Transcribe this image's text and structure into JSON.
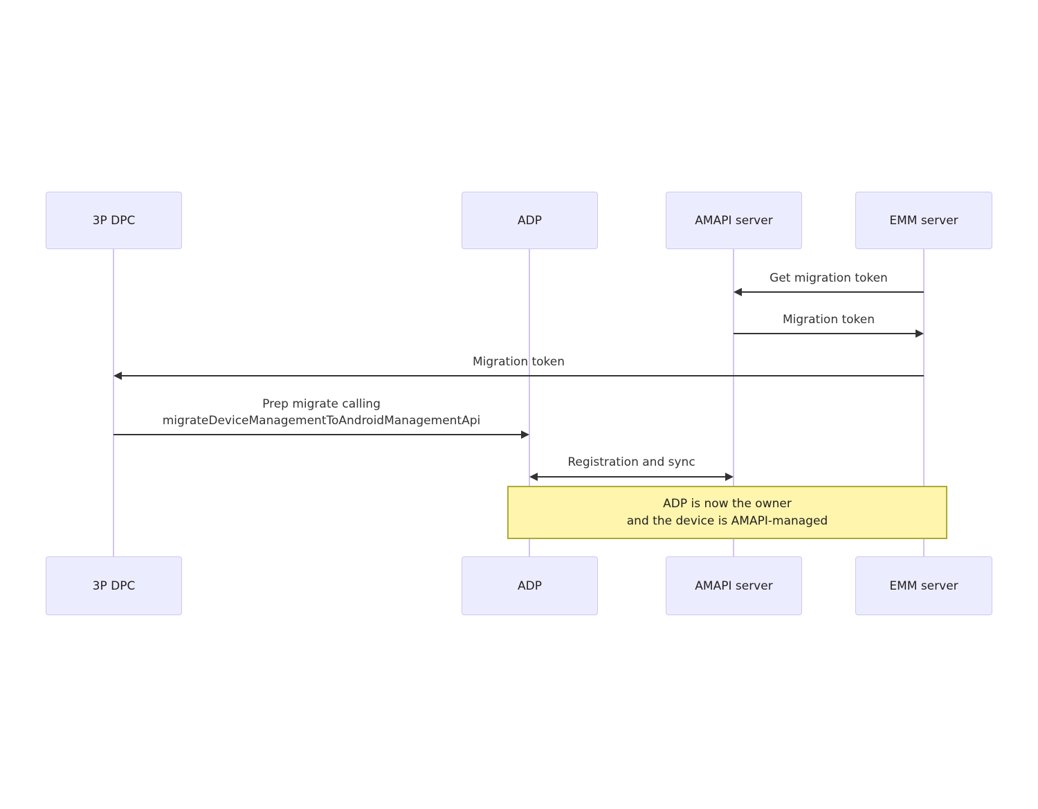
{
  "diagram_type": "sequence-diagram",
  "actors": {
    "dpc": "3P DPC",
    "adp": "ADP",
    "amapi": "AMAPI server",
    "emm": "EMM server"
  },
  "messages": {
    "m1": {
      "label": "Get migration token",
      "from": "EMM server",
      "to": "AMAPI server",
      "direction": "left"
    },
    "m2": {
      "label": "Migration token",
      "from": "AMAPI server",
      "to": "EMM server",
      "direction": "right"
    },
    "m3": {
      "label": "Migration token",
      "from": "EMM server",
      "to": "3P DPC",
      "direction": "left"
    },
    "m4": {
      "label_line1": "Prep migrate calling",
      "label_line2": "migrateDeviceManagementToAndroidManagementApi",
      "from": "3P DPC",
      "to": "ADP",
      "direction": "right"
    },
    "m5": {
      "label": "Registration and sync",
      "from": "ADP",
      "to": "AMAPI server",
      "direction": "both"
    }
  },
  "note": {
    "line1": "ADP is now the owner",
    "line2": "and the device is AMAPI-managed",
    "spans": "ADP to EMM server"
  },
  "colors": {
    "actor_fill": "#ECECFF",
    "actor_border": "#CFC6F0",
    "lifeline": "#D2C3EE",
    "arrow": "#333333",
    "note_fill": "#FFF5AD",
    "note_border": "#AAAA33",
    "text": "#333333",
    "background": "#FFFFFF"
  }
}
